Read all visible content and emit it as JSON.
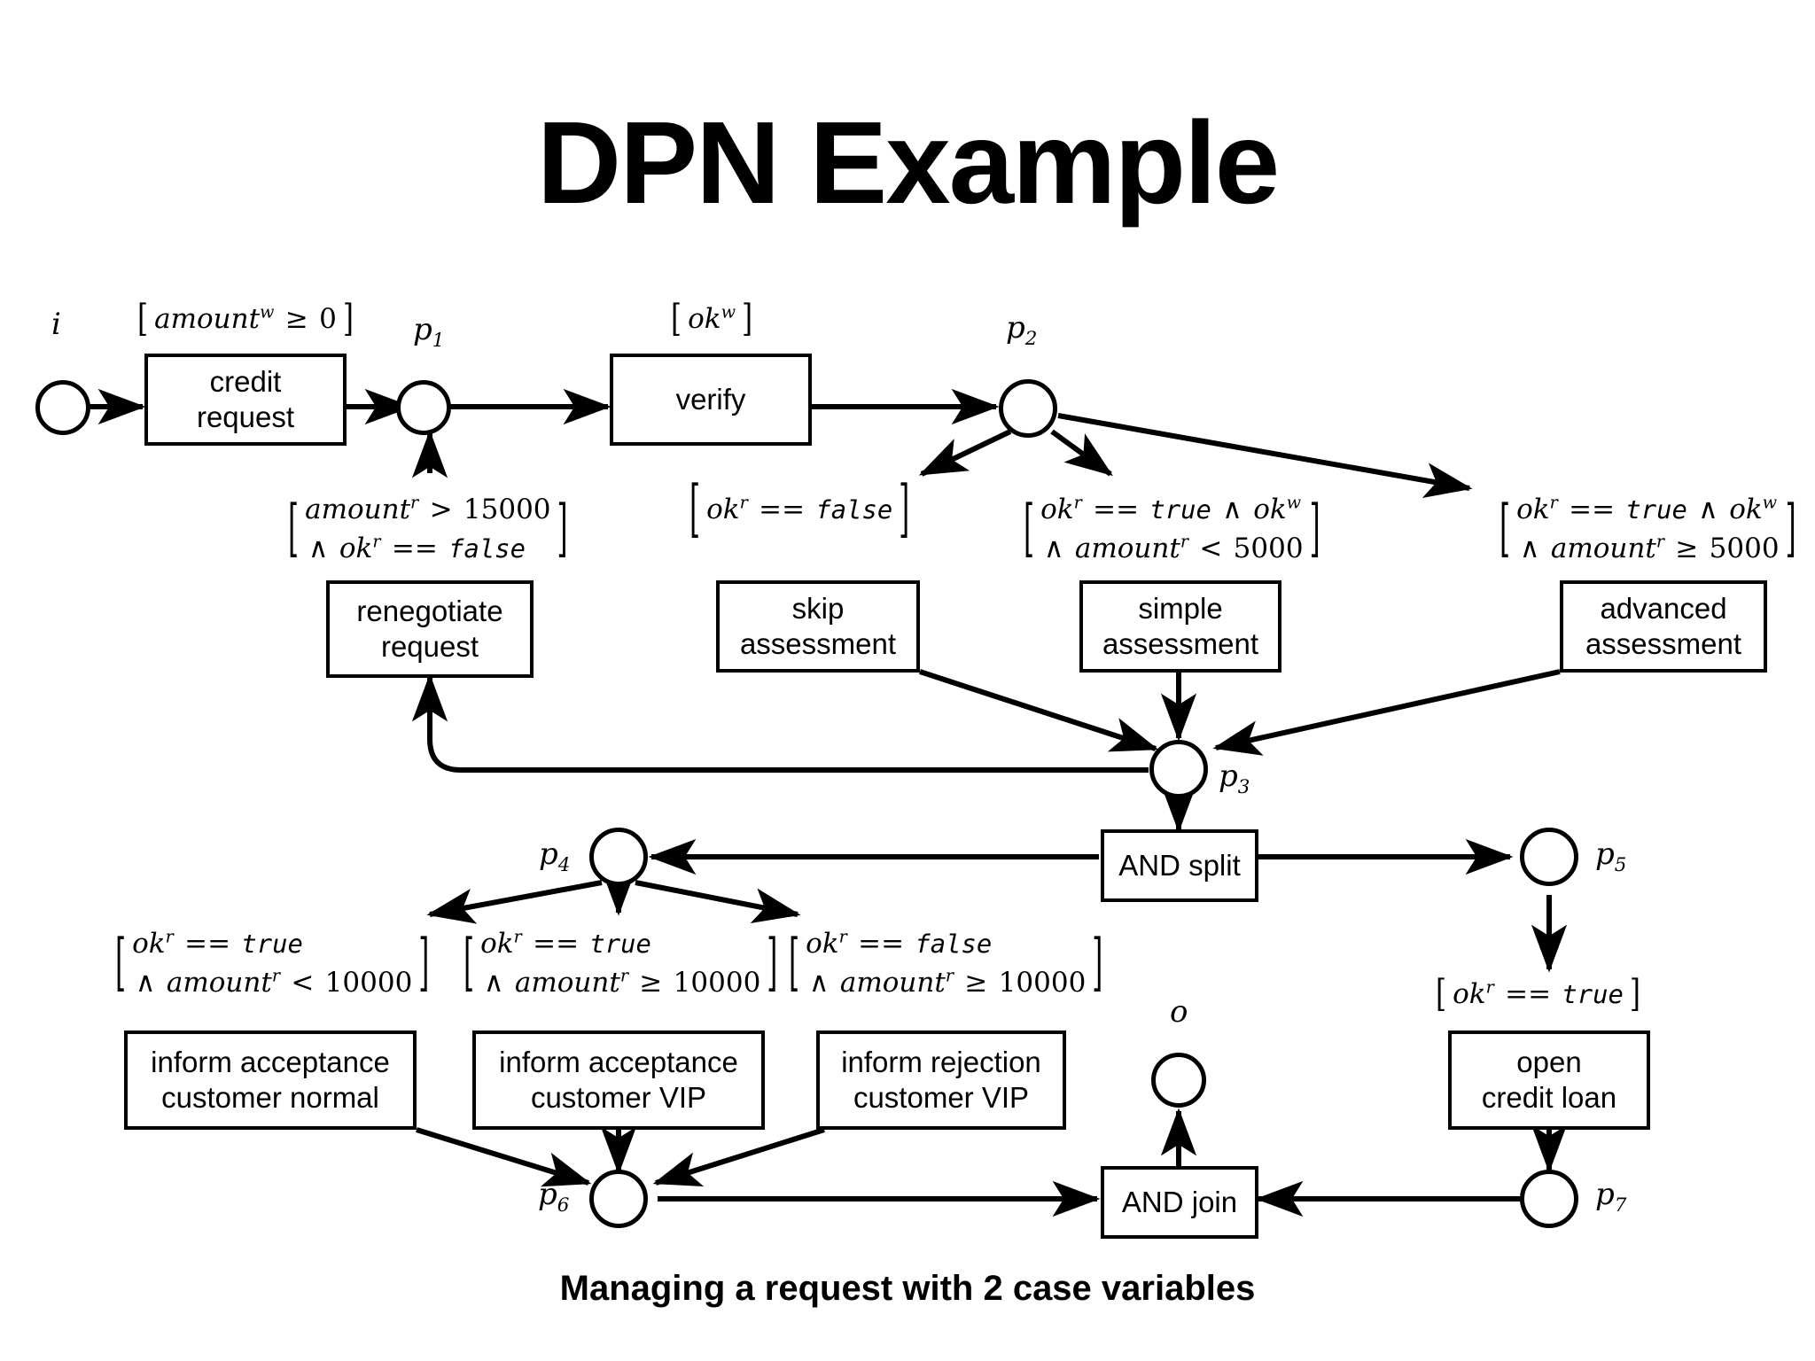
{
  "page": {
    "title": "DPN Example",
    "caption": "Managing a request with 2 case variables",
    "bg_color": "#ffffff",
    "ink_color": "#000000"
  },
  "places": [
    {
      "id": "i",
      "label": "i",
      "sub": ""
    },
    {
      "id": "p1",
      "label": "p",
      "sub": "1"
    },
    {
      "id": "p2",
      "label": "p",
      "sub": "2"
    },
    {
      "id": "p3",
      "label": "p",
      "sub": "3"
    },
    {
      "id": "p4",
      "label": "p",
      "sub": "4"
    },
    {
      "id": "p5",
      "label": "p",
      "sub": "5"
    },
    {
      "id": "p6",
      "label": "p",
      "sub": "6"
    },
    {
      "id": "p7",
      "label": "p",
      "sub": "7"
    },
    {
      "id": "o",
      "label": "o",
      "sub": ""
    }
  ],
  "transitions": [
    {
      "id": "credit-request",
      "line1": "credit",
      "line2": "request"
    },
    {
      "id": "verify",
      "line1": "verify",
      "line2": ""
    },
    {
      "id": "renegotiate",
      "line1": "renegotiate",
      "line2": "request"
    },
    {
      "id": "skip-assessment",
      "line1": "skip",
      "line2": "assessment"
    },
    {
      "id": "simple-assessment",
      "line1": "simple",
      "line2": "assessment"
    },
    {
      "id": "advanced-assessment",
      "line1": "advanced",
      "line2": "assessment"
    },
    {
      "id": "and-split",
      "line1": "AND split",
      "line2": ""
    },
    {
      "id": "and-join",
      "line1": "AND join",
      "line2": ""
    },
    {
      "id": "inform-acc-normal",
      "line1": "inform acceptance",
      "line2": "customer normal"
    },
    {
      "id": "inform-acc-vip",
      "line1": "inform acceptance",
      "line2": "customer VIP"
    },
    {
      "id": "inform-rej-vip",
      "line1": "inform rejection",
      "line2": "customer VIP"
    },
    {
      "id": "open-credit-loan",
      "line1": "open",
      "line2": "credit loan"
    }
  ],
  "guards": {
    "credit_request": {
      "id": "guard-credit-request",
      "lines": [
        [
          {
            "t": "var",
            "v": "amount",
            "sup": "w"
          },
          {
            "t": "op",
            "v": "≥"
          },
          {
            "t": "num",
            "v": "0"
          }
        ]
      ]
    },
    "verify": {
      "id": "guard-verify",
      "lines": [
        [
          {
            "t": "var",
            "v": "ok",
            "sup": "w"
          }
        ]
      ]
    },
    "renegotiate": {
      "id": "guard-renegotiate",
      "lines": [
        [
          {
            "t": "var",
            "v": "amount",
            "sup": "r"
          },
          {
            "t": "op",
            "v": ">"
          },
          {
            "t": "num",
            "v": "15000"
          }
        ],
        [
          {
            "t": "op",
            "v": "∧"
          },
          {
            "t": "var",
            "v": "ok",
            "sup": "r"
          },
          {
            "t": "op",
            "v": "=="
          },
          {
            "t": "lit",
            "v": "false"
          }
        ]
      ]
    },
    "skip_assessment": {
      "id": "guard-skip-assessment",
      "lines": [
        [
          {
            "t": "var",
            "v": "ok",
            "sup": "r"
          },
          {
            "t": "op",
            "v": "=="
          },
          {
            "t": "lit",
            "v": "false"
          }
        ]
      ]
    },
    "simple_assessment": {
      "id": "guard-simple-assessment",
      "lines": [
        [
          {
            "t": "var",
            "v": "ok",
            "sup": "r"
          },
          {
            "t": "op",
            "v": "=="
          },
          {
            "t": "lit",
            "v": "true"
          },
          {
            "t": "op",
            "v": "∧"
          },
          {
            "t": "var",
            "v": "ok",
            "sup": "w"
          }
        ],
        [
          {
            "t": "op",
            "v": "∧"
          },
          {
            "t": "var",
            "v": "amount",
            "sup": "r"
          },
          {
            "t": "op",
            "v": "<"
          },
          {
            "t": "num",
            "v": "5000"
          }
        ]
      ]
    },
    "advanced_assessment": {
      "id": "guard-advanced-assessment",
      "lines": [
        [
          {
            "t": "var",
            "v": "ok",
            "sup": "r"
          },
          {
            "t": "op",
            "v": "=="
          },
          {
            "t": "lit",
            "v": "true"
          },
          {
            "t": "op",
            "v": "∧"
          },
          {
            "t": "var",
            "v": "ok",
            "sup": "w"
          }
        ],
        [
          {
            "t": "op",
            "v": "∧"
          },
          {
            "t": "var",
            "v": "amount",
            "sup": "r"
          },
          {
            "t": "op",
            "v": "≥"
          },
          {
            "t": "num",
            "v": "5000"
          }
        ]
      ]
    },
    "inform_acc_normal": {
      "id": "guard-inform-acc-normal",
      "lines": [
        [
          {
            "t": "var",
            "v": "ok",
            "sup": "r"
          },
          {
            "t": "op",
            "v": "=="
          },
          {
            "t": "lit",
            "v": "true"
          }
        ],
        [
          {
            "t": "op",
            "v": "∧"
          },
          {
            "t": "var",
            "v": "amount",
            "sup": "r"
          },
          {
            "t": "op",
            "v": "<"
          },
          {
            "t": "num",
            "v": "10000"
          }
        ]
      ]
    },
    "inform_acc_vip": {
      "id": "guard-inform-acc-vip",
      "lines": [
        [
          {
            "t": "var",
            "v": "ok",
            "sup": "r"
          },
          {
            "t": "op",
            "v": "=="
          },
          {
            "t": "lit",
            "v": "true"
          }
        ],
        [
          {
            "t": "op",
            "v": "∧"
          },
          {
            "t": "var",
            "v": "amount",
            "sup": "r"
          },
          {
            "t": "op",
            "v": "≥"
          },
          {
            "t": "num",
            "v": "10000"
          }
        ]
      ]
    },
    "inform_rej_vip": {
      "id": "guard-inform-rej-vip",
      "lines": [
        [
          {
            "t": "var",
            "v": "ok",
            "sup": "r"
          },
          {
            "t": "op",
            "v": "=="
          },
          {
            "t": "lit",
            "v": "false"
          }
        ],
        [
          {
            "t": "op",
            "v": "∧"
          },
          {
            "t": "var",
            "v": "amount",
            "sup": "r"
          },
          {
            "t": "op",
            "v": "≥"
          },
          {
            "t": "num",
            "v": "10000"
          }
        ]
      ]
    },
    "open_credit_loan": {
      "id": "guard-open-credit-loan",
      "lines": [
        [
          {
            "t": "var",
            "v": "ok",
            "sup": "r"
          },
          {
            "t": "op",
            "v": "=="
          },
          {
            "t": "lit",
            "v": "true"
          }
        ]
      ]
    }
  }
}
